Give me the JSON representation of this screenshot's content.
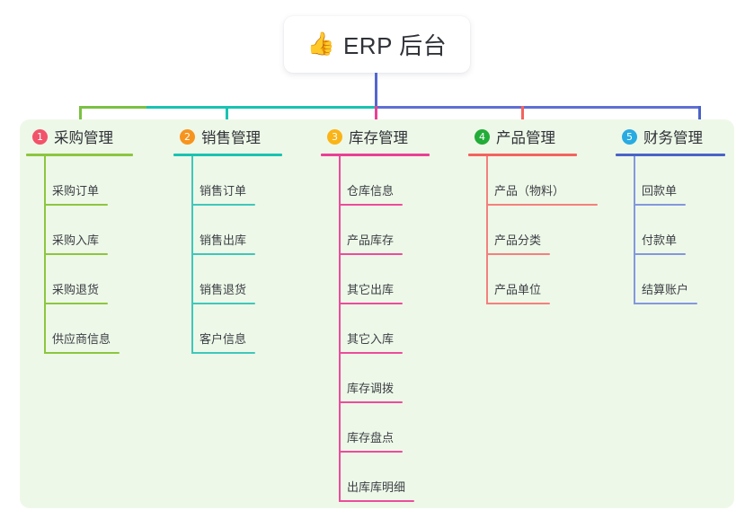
{
  "title": {
    "emoji": "👍",
    "emoji_name": "thumbs-up-icon",
    "text": "ERP 后台"
  },
  "theme": {
    "page_bg": "#ffffff",
    "panel_bg": "#eef8e8",
    "card_bg": "#ffffff",
    "text": "#2f3237",
    "trunk": "#5566cf",
    "bar_left": "#19c3b2",
    "bar_right": "#5f6fd4",
    "bar_end_left": "#7ac143"
  },
  "columns": [
    {
      "number": "1",
      "title": "采购管理",
      "badge_color": "#f2526a",
      "rule_color": "#8cc63f",
      "line_color": "#8cc63f",
      "connector_color": "#7ac143",
      "items": [
        "采购订单",
        "采购入库",
        "采购退货",
        "供应商信息"
      ]
    },
    {
      "number": "2",
      "title": "销售管理",
      "badge_color": "#f7941e",
      "rule_color": "#19c3b2",
      "line_color": "#3fc7bb",
      "connector_color": "#19c3b2",
      "items": [
        "销售订单",
        "销售出库",
        "销售退货",
        "客户信息"
      ]
    },
    {
      "number": "3",
      "title": "库存管理",
      "badge_color": "#fbb417",
      "rule_color": "#ea3f96",
      "line_color": "#ec4c9c",
      "connector_color": "#ea3f96",
      "items": [
        "仓库信息",
        "产品库存",
        "其它出库",
        "其它入库",
        "库存调拨",
        "库存盘点",
        "出库库明细"
      ]
    },
    {
      "number": "4",
      "title": "产品管理",
      "badge_color": "#22ac38",
      "rule_color": "#f4635e",
      "line_color": "#f4807c",
      "connector_color": "#f4635e",
      "items": [
        "产品（物料）",
        "产品分类",
        "产品单位"
      ]
    },
    {
      "number": "5",
      "title": "财务管理",
      "badge_color": "#29abe2",
      "rule_color": "#4a63c8",
      "line_color": "#8398dd",
      "connector_color": "#4a63c8",
      "items": [
        "回款单",
        "付款单",
        "结算账户"
      ]
    }
  ]
}
